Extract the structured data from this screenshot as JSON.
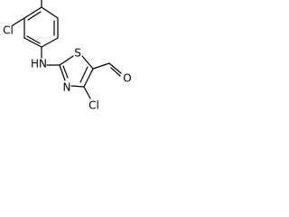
{
  "atoms": {
    "cl_aryl": "Cl",
    "nh": "HN",
    "s": "S",
    "n": "N",
    "cl_thiazole": "Cl",
    "o": "O"
  },
  "colors": {
    "bond": "#000000",
    "text": "#000000",
    "background": "#ffffff"
  }
}
